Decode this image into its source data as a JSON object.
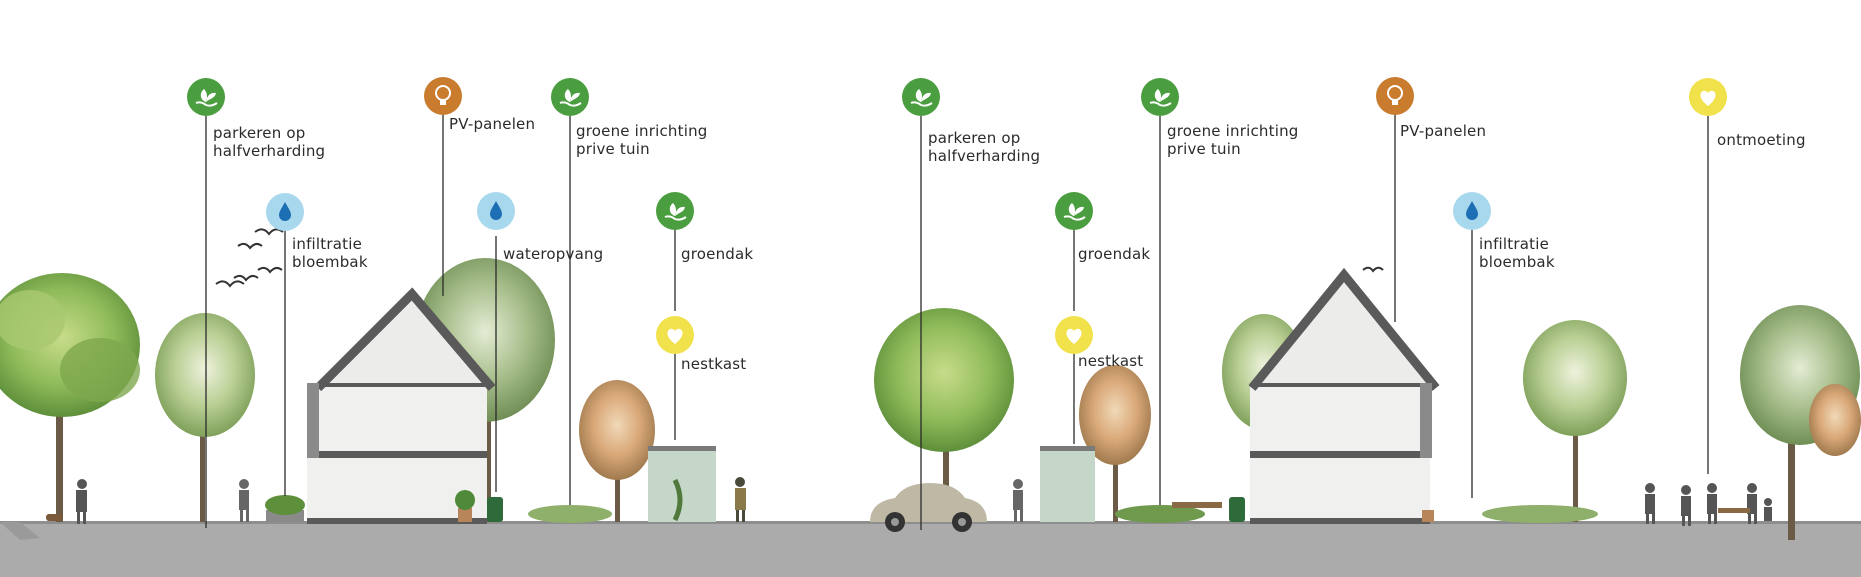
{
  "colors": {
    "green": "#4a9e3f",
    "orange": "#c97b2e",
    "lightblue": "#a8d8ee",
    "yellow": "#f1e14a",
    "ground": "#a9a9a9",
    "house_frame": "#5a5a5a",
    "house_wall": "#f0f0ef"
  },
  "callouts": [
    {
      "id": "c1",
      "icon": "leaf-hand-icon",
      "color": "green",
      "text": "parkeren op\nhalfverharding"
    },
    {
      "id": "c2",
      "icon": "water-drop-icon",
      "color": "lightblue",
      "text": "infiltratie\nbloembak"
    },
    {
      "id": "c3",
      "icon": "lightbulb-icon",
      "color": "orange",
      "text": "PV-panelen"
    },
    {
      "id": "c4",
      "icon": "water-drop-icon",
      "color": "lightblue",
      "text": "wateropvang"
    },
    {
      "id": "c5",
      "icon": "leaf-hand-icon",
      "color": "green",
      "text": "groene inrichting\nprive tuin"
    },
    {
      "id": "c6",
      "icon": "leaf-hand-icon",
      "color": "green",
      "text": "groendak"
    },
    {
      "id": "c7",
      "icon": "heart-icon",
      "color": "yellow",
      "text": "nestkast"
    },
    {
      "id": "c8",
      "icon": "leaf-hand-icon",
      "color": "green",
      "text": "parkeren op\nhalfverharding"
    },
    {
      "id": "c9",
      "icon": "leaf-hand-icon",
      "color": "green",
      "text": "groendak"
    },
    {
      "id": "c10",
      "icon": "heart-icon",
      "color": "yellow",
      "text": "nestkast"
    },
    {
      "id": "c11",
      "icon": "leaf-hand-icon",
      "color": "green",
      "text": "groene inrichting\nprive tuin"
    },
    {
      "id": "c12",
      "icon": "lightbulb-icon",
      "color": "orange",
      "text": "PV-panelen"
    },
    {
      "id": "c13",
      "icon": "water-drop-icon",
      "color": "lightblue",
      "text": "infiltratie\nbloembak"
    },
    {
      "id": "c14",
      "icon": "heart-icon",
      "color": "yellow",
      "text": "ontmoeting"
    }
  ]
}
